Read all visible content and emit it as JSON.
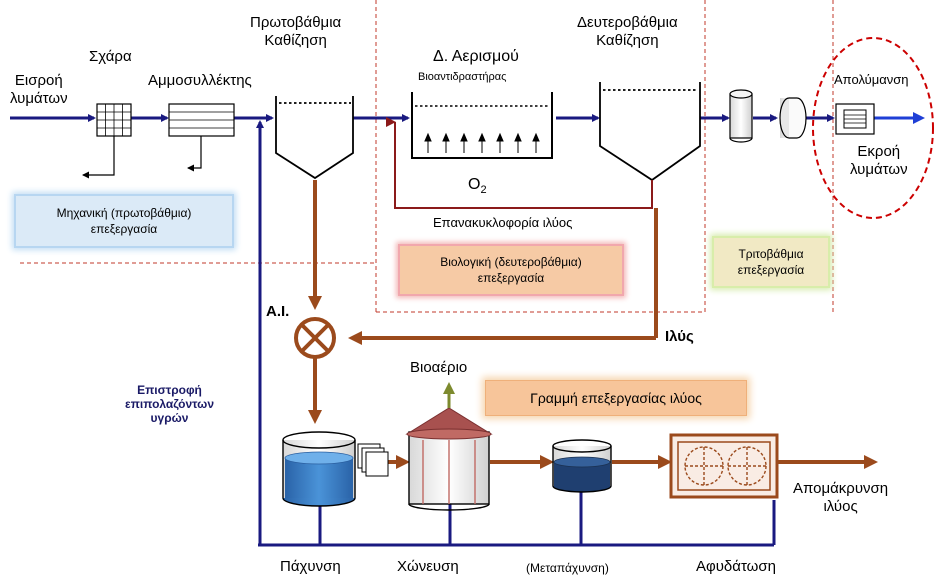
{
  "labels": {
    "influent": "Εισροή\nλυμάτων",
    "screen": "Σχάρα",
    "grit": "Αμμοσυλλέκτης",
    "primary": "Πρωτοβάθμια\nΚαθίζηση",
    "aeration_title": "Δ. Αερισμού",
    "aeration_sub": "Βιοαντιδραστήρας",
    "secondary": "Δευτεροβάθμια\nΚαθίζηση",
    "disinfection": "Απολύμανση",
    "effluent": "Εκροή\nλυμάτων",
    "o2": "O",
    "o2_sub": "2",
    "recirc": "Επανακυκλοφορία ιλύος",
    "ai": "Α.Ι.",
    "sludge": "Ιλύς",
    "return_liquids": "Επιστροφή\nεπιπολαζόντων\nυγρών",
    "biogas": "Βιοαέριο",
    "thickening": "Πάχυνση",
    "digestion": "Χώνευση",
    "post_thickening": "(Μεταπάχυνση)",
    "dewatering": "Αφυδάτωση",
    "sludge_removal": "Απομάκρυνση\nιλύος"
  },
  "boxes": {
    "mechanical": "Μηχανική (πρωτοβάθμια)\nεπεξεργασία",
    "biological": "Βιολογική (δευτεροβάθμια)\nεπεξεργασία",
    "tertiary": "Τριτοβάθμια\nεπεξεργασία",
    "sludge_line": "Γραμμή επεξεργασίας ιλύος"
  },
  "colors": {
    "water_line": "#1a1a80",
    "sludge_line": "#9b4a1c",
    "recirc_line": "#8b1a1a",
    "separator": "#c0392b",
    "water_fill": "#2f78c4",
    "biogas_arrow": "#7d8a2e"
  }
}
